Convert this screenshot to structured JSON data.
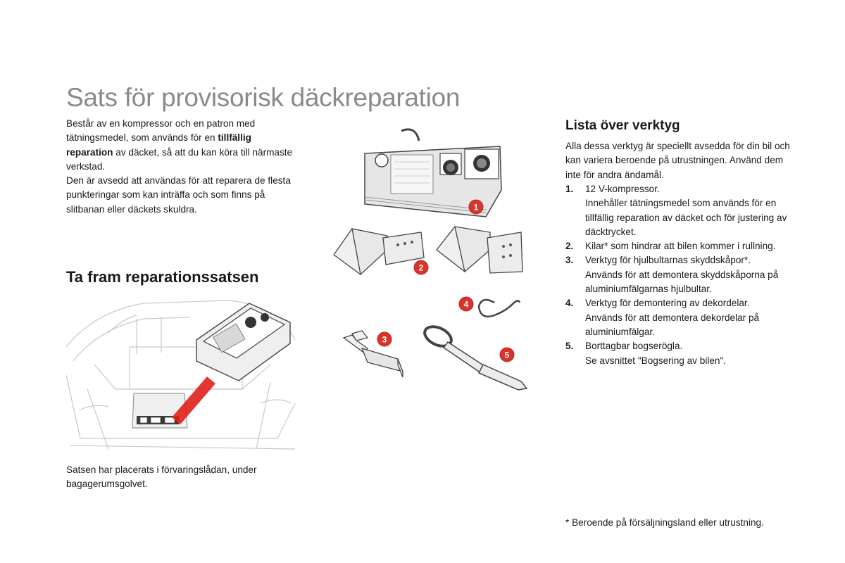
{
  "page": {
    "title": "Sats för provisorisk däckreparation"
  },
  "intro": {
    "p1_a": "Består av en kompressor och en patron med tätningsmedel, som används för en ",
    "p1_bold": "tillfällig reparation",
    "p1_b": " av däcket, så att du kan köra till närmaste verkstad.",
    "p2": "Den är avsedd att användas för att reparera de flesta punkteringar som kan inträffa och som finns på slitbanan eller däckets skuldra."
  },
  "retrieve": {
    "heading": "Ta fram reparationssatsen",
    "caption": "Satsen har placerats i förvaringslådan, under bagagerumsgolvet."
  },
  "tools": {
    "heading": "Lista över verktyg",
    "intro": "Alla dessa verktyg är speciellt avsedda för din bil och kan variera beroende på utrustningen. Använd dem inte för andra ändamål.",
    "items": [
      {
        "num": "1.",
        "lines": [
          "12 V-kompressor.",
          "Innehåller tätningsmedel som används för en tillfällig reparation av däcket och för justering av däcktrycket."
        ]
      },
      {
        "num": "2.",
        "lines": [
          "Kilar* som hindrar att bilen kommer i rullning."
        ]
      },
      {
        "num": "3.",
        "lines": [
          "Verktyg för hjulbultarnas skyddskåpor*.",
          "Används för att demontera skyddskåporna på aluminiumfälgarnas hjulbultar."
        ]
      },
      {
        "num": "4.",
        "lines": [
          "Verktyg för demontering av dekordelar.",
          "Används för att demontera dekordelar på aluminiumfälgar."
        ]
      },
      {
        "num": "5.",
        "lines": [
          "Borttagbar bogserögla.",
          "Se avsnittet \"Bogsering av bilen\"."
        ]
      }
    ]
  },
  "badges": [
    "1",
    "2",
    "3",
    "4",
    "5"
  ],
  "footnote": "* Beroende på försäljningsland eller utrustning.",
  "colors": {
    "title_gray": "#8a8a8a",
    "badge_red": "#d9342b",
    "accent_red": "#e0201b"
  },
  "icons": [
    "compressor-icon",
    "wheel-chock-icon",
    "hub-cap-tool-icon",
    "trim-removal-hook-icon",
    "towing-eye-icon",
    "car-boot-icon"
  ]
}
